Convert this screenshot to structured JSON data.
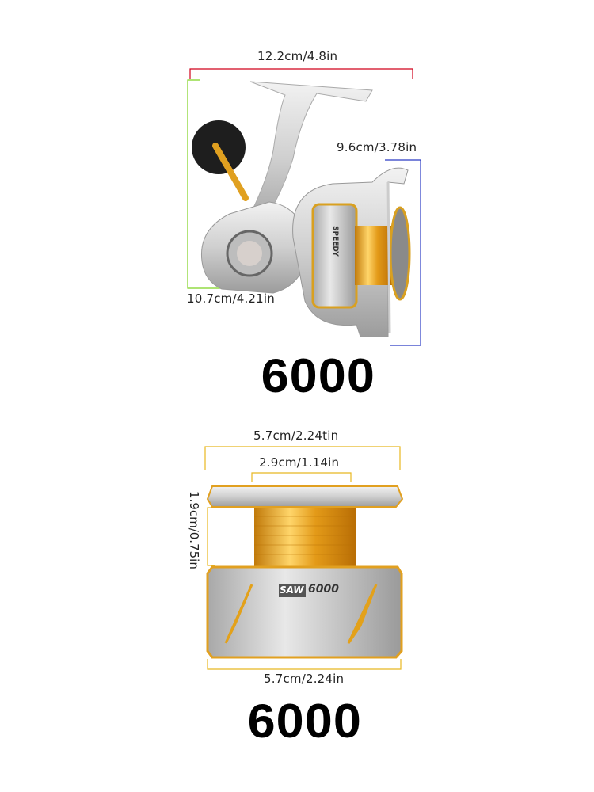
{
  "reel": {
    "width_label": "12.2cm/4.8in",
    "spool_depth_label": "9.6cm/3.78in",
    "height_label": "10.7cm/4.21in",
    "model": "6000",
    "brand_text": "SPEEDY"
  },
  "spool": {
    "outer_width_top_label": "5.7cm/2.24tin",
    "core_width_label": "2.9cm/1.14in",
    "core_height_label": "1.9cm/0.75in",
    "badge_series": "SAW",
    "badge_model": "6000",
    "bottom_width_label": "5.7cm/2.24in",
    "model": "6000"
  },
  "colors": {
    "width_line": "#d0021b",
    "height_line": "#7ed321",
    "depth_line": "#2b3bc4",
    "spool_lines": "#e8b820",
    "gold": "#e6a21e",
    "silver": "#cfcfcf"
  }
}
